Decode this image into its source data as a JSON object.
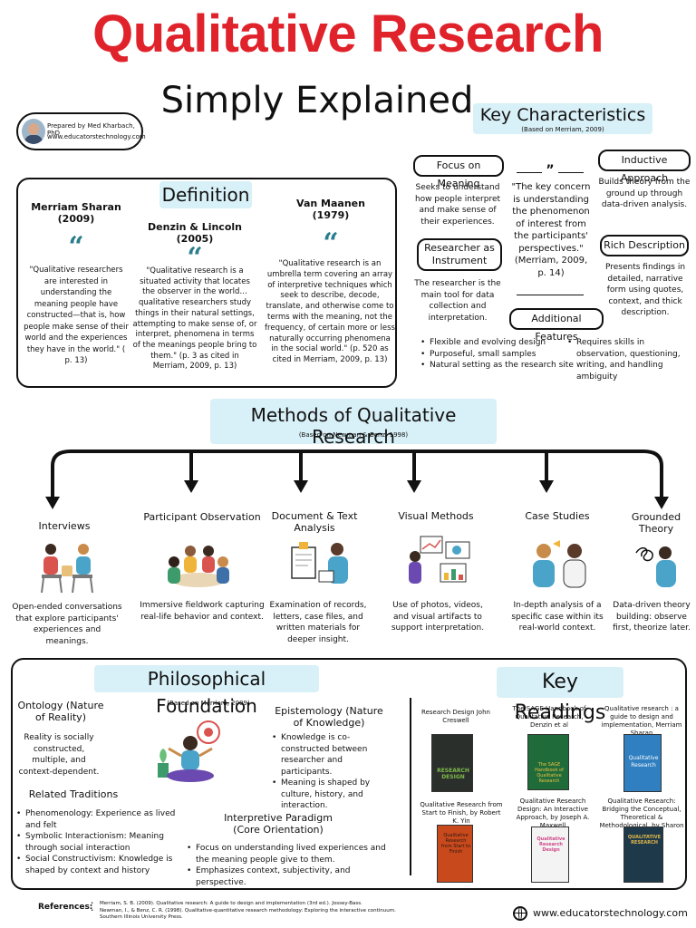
{
  "header": {
    "title": "Qualitative Research",
    "subtitle": "Simply Explained",
    "author_line1": "Prepared by Med Kharbach, PhD",
    "author_line2": "www.educatorstechnology.com"
  },
  "definition": {
    "heading": "Definition",
    "cols": [
      {
        "author": "Merriam Sharan",
        "year": "(2009)",
        "text": "\"Qualitative researchers are interested in understanding the meaning people have constructed—that is, how people make sense of their world and the experiences they have in the world.\" ( p. 13)"
      },
      {
        "author": "Denzin & Lincoln",
        "year": "(2005)",
        "text": "\"Qualitative research is a situated activity that locates the observer in the world… qualitative researchers study things in their natural settings, attempting to make sense of, or interpret, phenomena in terms of the meanings people bring to them.\" (p. 3 as cited in Merriam, 2009, p. 13)"
      },
      {
        "author": "Van Maanen",
        "year": "(1979)",
        "text": "\"Qualitative research is an umbrella term covering an array of interpretive techniques which seek to describe, decode, translate, and otherwise come to terms with the meaning, not the frequency, of certain more or less naturally occurring phenomena in the social world.\" (p. 520 as cited in Merriam, 2009, p. 13)"
      }
    ]
  },
  "key_characteristics": {
    "heading": "Key Characteristics",
    "source": "(Based on Merriam, 2009)",
    "focus_label": "Focus on Meaning",
    "focus_text": "Seeks to understand how people interpret and make sense of their experiences.",
    "instrument_label": "Researcher as Instrument",
    "instrument_text": "The researcher is the main tool for data collection and interpretation.",
    "quote": "\"The key concern is understanding the phenomenon of interest from the participants' perspectives.\" (Merriam, 2009, p. 14)",
    "inductive_label": "Inductive Approach",
    "inductive_text": "Builds theory from the ground up through data-driven analysis.",
    "rich_label": "Rich Description",
    "rich_text": "Presents findings in detailed, narrative form using quotes, context, and thick description.",
    "additional_label": "Additional Features",
    "features_left": [
      "Flexible and evolving design",
      "Purposeful, small samples",
      "Natural setting as the research site"
    ],
    "features_right": [
      "Requires skills in observation, questioning, writing, and handling ambiguity"
    ]
  },
  "methods": {
    "heading": "Methods of Qualitative Research",
    "source": "(Based on Newman & Benz, 1998)",
    "items": [
      {
        "title": "Interviews",
        "text": "Open-ended conversations that explore participants' experiences and meanings."
      },
      {
        "title": "Participant Observation",
        "text": "Immersive fieldwork capturing real-life behavior and context."
      },
      {
        "title": "Document & Text Analysis",
        "text": "Examination of records, letters, case files, and written materials for deeper insight."
      },
      {
        "title": "Visual Methods",
        "text": "Use of photos, videos, and visual artifacts to support interpretation."
      },
      {
        "title": "Case Studies",
        "text": "In-depth analysis of a specific case within its real-world context."
      },
      {
        "title": "Grounded Theory",
        "text": "Data-driven theory building: observe first, theorize later."
      }
    ]
  },
  "philosophy": {
    "heading": "Philosophical Foundation",
    "source": "(Based on Merriam, 2009)",
    "ontology_title": "Ontology (Nature of Reality)",
    "ontology_text": "Reality is socially constructed, multiple, and context-dependent.",
    "epistemology_title": "Epistemology (Nature of Knowledge)",
    "epistemology_items": [
      "Knowledge is co-constructed between researcher and participants.",
      "Meaning is shaped by culture, history, and interaction."
    ],
    "traditions_title": "Related Traditions",
    "traditions_items": [
      "Phenomenology: Experience as lived and felt",
      "Symbolic Interactionism: Meaning through social interaction",
      "Social Constructivism: Knowledge is shaped by context and history"
    ],
    "paradigm_title": "Interpretive Paradigm (Core Orientation)",
    "paradigm_items": [
      "Focus on understanding lived experiences and the meaning people give to them.",
      "Emphasizes context, subjectivity, and perspective."
    ]
  },
  "readings": {
    "heading": "Key Readings",
    "books": [
      {
        "caption": "Research Design John Creswell",
        "cover_title": "RESEARCH DESIGN",
        "color": "#2b2f2c",
        "accent": "#7dbb4a"
      },
      {
        "caption": "The SAGE Handbook of Qualitative Research, Denzin et al",
        "cover_title": "The SAGE Handbook of Qualitative Research",
        "color": "#1f6c3a",
        "accent": "#f0c040"
      },
      {
        "caption": "Qualitative research : a guide to design and implementation, Merriam Sharan",
        "cover_title": "Qualitative Research",
        "color": "#2f7fc1",
        "accent": "#ffffff"
      },
      {
        "caption": "Qualitative Research from Start to Finish, by Robert K. Yin",
        "cover_title": "Qualitative Research from Start to Finish",
        "color": "#c8491c",
        "accent": "#2a1a12"
      },
      {
        "caption": "Qualitative Research Design: An Interactive Approach, by Joseph A. Maxwell",
        "cover_title": "Qualitative Research Design",
        "color": "#f3f3f3",
        "accent": "#d04a8c"
      },
      {
        "caption": "Qualitative Research: Bridging the Conceptual, Theoretical & Methodological, by Sharon et al",
        "cover_title": "QUALITATIVE RESEARCH",
        "color": "#1e3a4a",
        "accent": "#e3b84a"
      }
    ]
  },
  "references": {
    "label": "References:",
    "items": [
      "Merriam, S. B. (2009). Qualitative research: A guide to design and implementation (3rd ed.). Jossey-Bass.",
      "Newman, I., & Benz, C. R. (1998). Qualitative-quantitative research methodology: Exploring the interactive continuum. Southern Illinois University Press."
    ]
  },
  "footer": {
    "website": "www.educatorstechnology.com"
  },
  "colors": {
    "title_red": "#e0222b",
    "highlight_blue": "#d8f0f7",
    "quote_teal": "#2a7d8c"
  }
}
